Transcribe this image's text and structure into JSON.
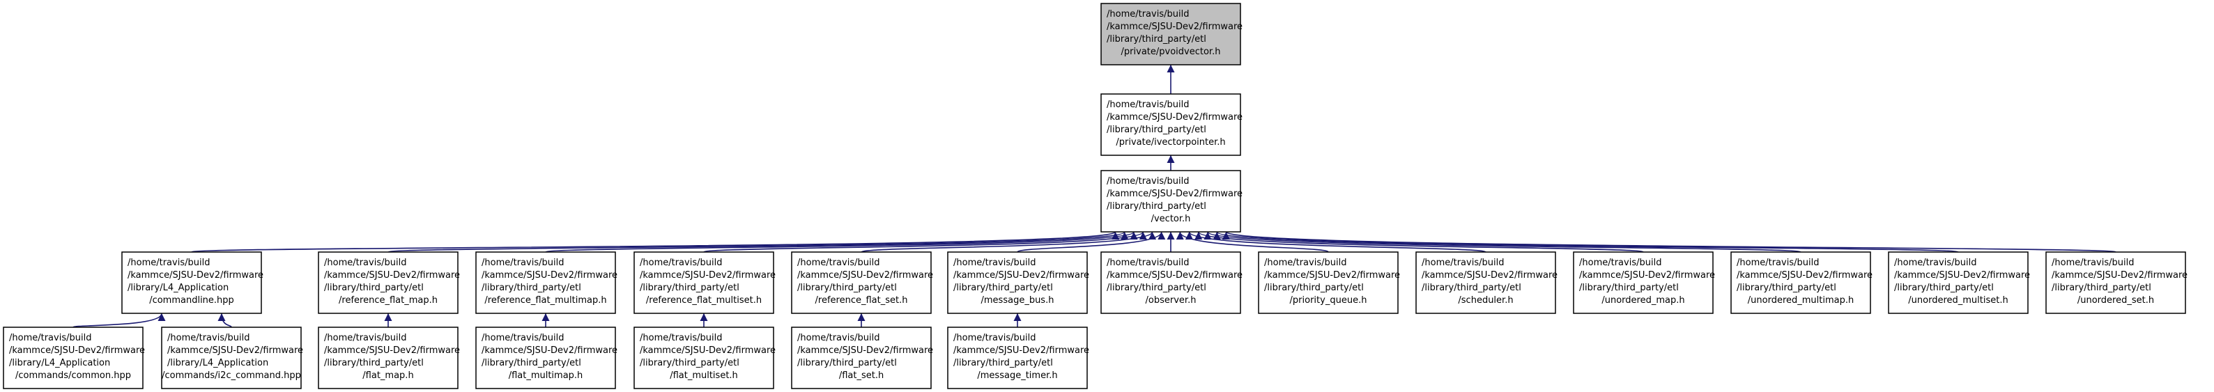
{
  "colors": {
    "edge": "#191970",
    "node_border": "#000000",
    "node_fill": "#ffffff",
    "highlight_fill": "#bfbfbf"
  },
  "nodes": [
    {
      "id": "pvoidvector",
      "highlight": true,
      "lines": [
        "/home/travis/build",
        "/kammce/SJSU-Dev2/firmware",
        "/library/third_party/etl",
        "/private/pvoidvector.h"
      ]
    },
    {
      "id": "ivectorpointer",
      "highlight": false,
      "lines": [
        "/home/travis/build",
        "/kammce/SJSU-Dev2/firmware",
        "/library/third_party/etl",
        "/private/ivectorpointer.h"
      ]
    },
    {
      "id": "vector",
      "highlight": false,
      "lines": [
        "/home/travis/build",
        "/kammce/SJSU-Dev2/firmware",
        "/library/third_party/etl",
        "/vector.h"
      ]
    },
    {
      "id": "commandline",
      "highlight": false,
      "lines": [
        "/home/travis/build",
        "/kammce/SJSU-Dev2/firmware",
        "/library/L4_Application",
        "/commandline.hpp"
      ]
    },
    {
      "id": "reference_flat_map",
      "highlight": false,
      "lines": [
        "/home/travis/build",
        "/kammce/SJSU-Dev2/firmware",
        "/library/third_party/etl",
        "/reference_flat_map.h"
      ]
    },
    {
      "id": "reference_flat_multimap",
      "highlight": false,
      "lines": [
        "/home/travis/build",
        "/kammce/SJSU-Dev2/firmware",
        "/library/third_party/etl",
        "/reference_flat_multimap.h"
      ]
    },
    {
      "id": "reference_flat_multiset",
      "highlight": false,
      "lines": [
        "/home/travis/build",
        "/kammce/SJSU-Dev2/firmware",
        "/library/third_party/etl",
        "/reference_flat_multiset.h"
      ]
    },
    {
      "id": "reference_flat_set",
      "highlight": false,
      "lines": [
        "/home/travis/build",
        "/kammce/SJSU-Dev2/firmware",
        "/library/third_party/etl",
        "/reference_flat_set.h"
      ]
    },
    {
      "id": "message_bus",
      "highlight": false,
      "lines": [
        "/home/travis/build",
        "/kammce/SJSU-Dev2/firmware",
        "/library/third_party/etl",
        "/message_bus.h"
      ]
    },
    {
      "id": "observer",
      "highlight": false,
      "lines": [
        "/home/travis/build",
        "/kammce/SJSU-Dev2/firmware",
        "/library/third_party/etl",
        "/observer.h"
      ]
    },
    {
      "id": "priority_queue",
      "highlight": false,
      "lines": [
        "/home/travis/build",
        "/kammce/SJSU-Dev2/firmware",
        "/library/third_party/etl",
        "/priority_queue.h"
      ]
    },
    {
      "id": "scheduler",
      "highlight": false,
      "lines": [
        "/home/travis/build",
        "/kammce/SJSU-Dev2/firmware",
        "/library/third_party/etl",
        "/scheduler.h"
      ]
    },
    {
      "id": "unordered_map",
      "highlight": false,
      "lines": [
        "/home/travis/build",
        "/kammce/SJSU-Dev2/firmware",
        "/library/third_party/etl",
        "/unordered_map.h"
      ]
    },
    {
      "id": "unordered_multimap",
      "highlight": false,
      "lines": [
        "/home/travis/build",
        "/kammce/SJSU-Dev2/firmware",
        "/library/third_party/etl",
        "/unordered_multimap.h"
      ]
    },
    {
      "id": "unordered_multiset",
      "highlight": false,
      "lines": [
        "/home/travis/build",
        "/kammce/SJSU-Dev2/firmware",
        "/library/third_party/etl",
        "/unordered_multiset.h"
      ]
    },
    {
      "id": "unordered_set",
      "highlight": false,
      "lines": [
        "/home/travis/build",
        "/kammce/SJSU-Dev2/firmware",
        "/library/third_party/etl",
        "/unordered_set.h"
      ]
    },
    {
      "id": "commands_common",
      "highlight": false,
      "lines": [
        "/home/travis/build",
        "/kammce/SJSU-Dev2/firmware",
        "/library/L4_Application",
        "/commands/common.hpp"
      ]
    },
    {
      "id": "commands_i2c",
      "highlight": false,
      "lines": [
        "/home/travis/build",
        "/kammce/SJSU-Dev2/firmware",
        "/library/L4_Application",
        "/commands/i2c_command.hpp"
      ]
    },
    {
      "id": "flat_map",
      "highlight": false,
      "lines": [
        "/home/travis/build",
        "/kammce/SJSU-Dev2/firmware",
        "/library/third_party/etl",
        "/flat_map.h"
      ]
    },
    {
      "id": "flat_multimap",
      "highlight": false,
      "lines": [
        "/home/travis/build",
        "/kammce/SJSU-Dev2/firmware",
        "/library/third_party/etl",
        "/flat_multimap.h"
      ]
    },
    {
      "id": "flat_multiset",
      "highlight": false,
      "lines": [
        "/home/travis/build",
        "/kammce/SJSU-Dev2/firmware",
        "/library/third_party/etl",
        "/flat_multiset.h"
      ]
    },
    {
      "id": "flat_set",
      "highlight": false,
      "lines": [
        "/home/travis/build",
        "/kammce/SJSU-Dev2/firmware",
        "/library/third_party/etl",
        "/flat_set.h"
      ]
    },
    {
      "id": "message_timer",
      "highlight": false,
      "lines": [
        "/home/travis/build",
        "/kammce/SJSU-Dev2/firmware",
        "/library/third_party/etl",
        "/message_timer.h"
      ]
    }
  ],
  "edges": [
    {
      "from": "ivectorpointer",
      "to": "pvoidvector"
    },
    {
      "from": "vector",
      "to": "ivectorpointer"
    },
    {
      "from": "commandline",
      "to": "vector"
    },
    {
      "from": "reference_flat_map",
      "to": "vector"
    },
    {
      "from": "reference_flat_multimap",
      "to": "vector"
    },
    {
      "from": "reference_flat_multiset",
      "to": "vector"
    },
    {
      "from": "reference_flat_set",
      "to": "vector"
    },
    {
      "from": "message_bus",
      "to": "vector"
    },
    {
      "from": "observer",
      "to": "vector"
    },
    {
      "from": "priority_queue",
      "to": "vector"
    },
    {
      "from": "scheduler",
      "to": "vector"
    },
    {
      "from": "unordered_map",
      "to": "vector"
    },
    {
      "from": "unordered_multimap",
      "to": "vector"
    },
    {
      "from": "unordered_multiset",
      "to": "vector"
    },
    {
      "from": "unordered_set",
      "to": "vector"
    },
    {
      "from": "commands_common",
      "to": "commandline"
    },
    {
      "from": "commands_i2c",
      "to": "commandline"
    },
    {
      "from": "flat_map",
      "to": "reference_flat_map"
    },
    {
      "from": "flat_multimap",
      "to": "reference_flat_multimap"
    },
    {
      "from": "flat_multiset",
      "to": "reference_flat_multiset"
    },
    {
      "from": "flat_set",
      "to": "reference_flat_set"
    },
    {
      "from": "message_timer",
      "to": "message_bus"
    }
  ]
}
